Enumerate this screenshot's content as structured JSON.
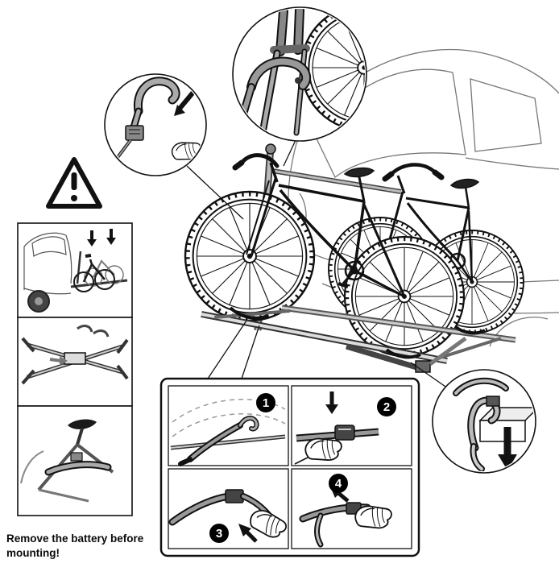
{
  "note": {
    "text": "Remove the battery before mounting!"
  },
  "steps": [
    {
      "number": "1"
    },
    {
      "number": "2"
    },
    {
      "number": "3"
    },
    {
      "number": "4"
    }
  ],
  "icons": {
    "warning-triangle-icon": "⚠",
    "down-arrow-icon": "▼",
    "double-arrow-icon": "⇕"
  },
  "colors": {
    "ink": "#111111",
    "car_line": "#777777",
    "metal_gray": "#9a9a9a",
    "badge_bg": "#000000",
    "badge_fg": "#ffffff",
    "background": "#ffffff"
  }
}
